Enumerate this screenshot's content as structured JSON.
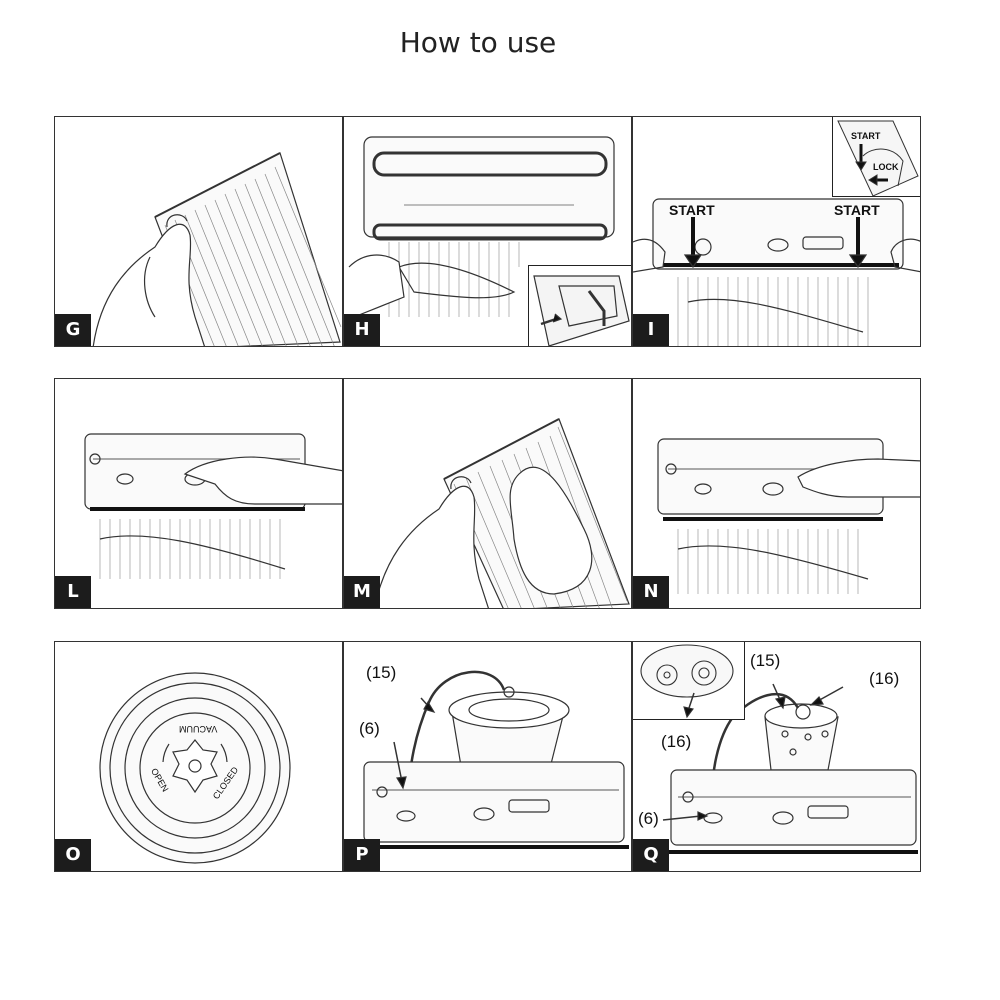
{
  "title": "How to use",
  "panels": {
    "g": {
      "tag": "G"
    },
    "h": {
      "tag": "H"
    },
    "i": {
      "tag": "I",
      "start_left": "START",
      "start_right": "START",
      "inset_start": "START",
      "inset_lock": "LOCK"
    },
    "l": {
      "tag": "L"
    },
    "m": {
      "tag": "M"
    },
    "n": {
      "tag": "N"
    },
    "o": {
      "tag": "O",
      "dial_top": "VACUUM",
      "dial_left": "OPEN",
      "dial_right": "CLOSED"
    },
    "p": {
      "tag": "P",
      "label_15": "(15)",
      "label_6": "(6)"
    },
    "q": {
      "tag": "Q",
      "label_15": "(15)",
      "label_16_top": "(16)",
      "label_16_inset": "(16)",
      "label_6": "(6)"
    }
  }
}
